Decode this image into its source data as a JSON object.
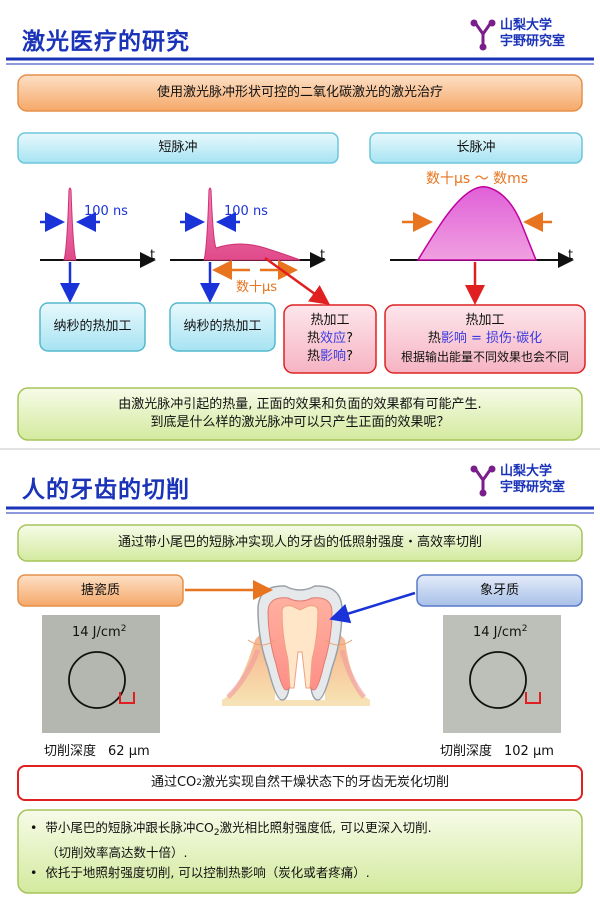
{
  "section1": {
    "title": "激光医疗的研究",
    "lab_line1": "山梨大学",
    "lab_line2": "宇野研究室",
    "banner": "使用激光脉冲形状可控的二氧化碳激光的激光治疗",
    "short_pulse_label": "短脉冲",
    "long_pulse_label": "长脉冲",
    "pulse_width_1": "100 ns",
    "pulse_width_2": "100 ns",
    "tail_duration": "数十μs",
    "long_duration": "数十μs ～ 数ms",
    "axis_t": "t",
    "nano_box_1": "纳秒的热加工",
    "nano_box_2": "纳秒的热加工",
    "heat_box_title": "热加工",
    "heat_box_line2_pre": "热",
    "heat_box_line2_hl": "效应",
    "heat_box_line2_post": "?",
    "heat_box_line3_pre": "热",
    "heat_box_line3_hl": "影响",
    "heat_box_line3_post": "?",
    "long_box_title": "热加工",
    "long_box_line2_pre": "热",
    "long_box_line2_hl": "影响 = 损伤·碳化",
    "long_box_line3": "根据输出能量不同效果也会不同",
    "question_line1": "由激光脉冲引起的热量, 正面的效果和负面的效果都有可能产生.",
    "question_line2": "到底是什么样的激光脉冲可以只产生正面的效果呢？"
  },
  "section2": {
    "title": "人的牙齿的切削",
    "lab_line1": "山梨大学",
    "lab_line2": "宇野研究室",
    "banner": "通过带小尾巴的短脉冲实现人的牙齿的低照射强度・高效率切削",
    "enamel_label": "搪瓷质",
    "dentin_label": "象牙质",
    "fluence_left_pre": "14 J/cm",
    "fluence_left_sup": "2",
    "fluence_right_pre": "14 J/cm",
    "fluence_right_sup": "2",
    "depth_left_label": "切削深度",
    "depth_left_value": "62 μm",
    "depth_right_label": "切削深度",
    "depth_right_value": "102 μm",
    "red_box_pre": "通过CO",
    "red_box_sub": "2",
    "red_box_post": "激光实现自然干燥状态下的牙齿无炭化切削",
    "bullet1_pre": "带小尾巴的短脉冲跟长脉冲CO",
    "bullet1_sub": "2",
    "bullet1_post": "激光相比照射强度低, 可以更深入切削.",
    "bullet1_line2": "（切削效率高达数十倍）.",
    "bullet2": "依托于地照射强度切削, 可以控制热影响（炭化或者疼痛）."
  },
  "colors": {
    "title_blue": "#1a33b8",
    "pulse_pink": "#e8559a",
    "arrow_blue": "#1a33d8",
    "arrow_orange": "#e8741f",
    "arrow_red": "#e02020"
  }
}
